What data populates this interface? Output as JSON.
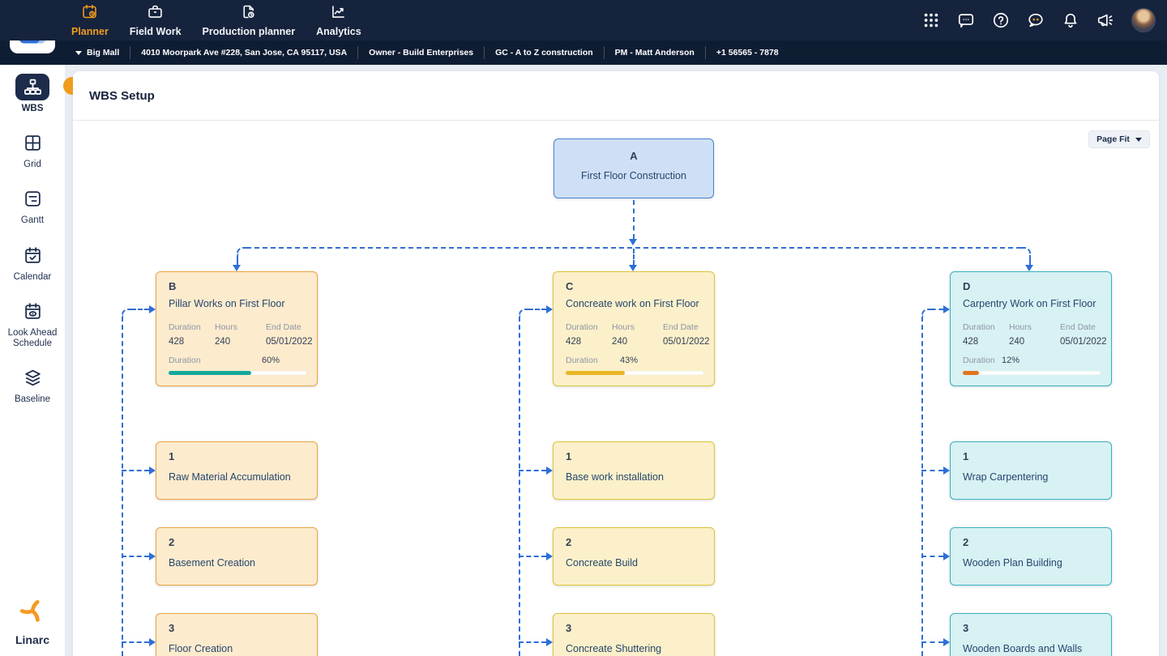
{
  "app": {
    "nav": {
      "tabs": [
        {
          "label": "Planner",
          "active": true
        },
        {
          "label": "Field Work",
          "active": false
        },
        {
          "label": "Production planner",
          "active": false
        },
        {
          "label": "Analytics",
          "active": false
        }
      ]
    },
    "utility": {
      "icons": [
        "apps-menu",
        "messages",
        "help",
        "assistant",
        "notifications",
        "announcements"
      ]
    }
  },
  "context": {
    "project": "Big Mall",
    "items": [
      "4010 Moorpark Ave #228, San Jose, CA 95117, USA",
      "Owner - Build Enterprises",
      "GC - A to Z construction",
      "PM - Matt Anderson",
      "+1 56565 - 7878"
    ]
  },
  "sidebar": {
    "items": [
      {
        "label": "WBS",
        "active": true
      },
      {
        "label": "Grid",
        "active": false
      },
      {
        "label": "Gantt",
        "active": false
      },
      {
        "label": "Calendar",
        "active": false
      },
      {
        "label": "Look Ahead Schedule",
        "active": false
      },
      {
        "label": "Baseline",
        "active": false
      }
    ],
    "brand": "Linarc"
  },
  "main": {
    "title": "WBS Setup",
    "zoom_control": "Page Fit"
  },
  "wbs": {
    "root": {
      "code": "A",
      "title": "First Floor Construction"
    },
    "labels": {
      "duration": "Duration",
      "hours": "Hours",
      "end_date": "End Date",
      "progress": "Duration"
    },
    "groups": [
      {
        "code": "B",
        "title": "Pillar Works on First Floor",
        "duration": "428",
        "hours": "240",
        "end_date": "05/01/2022",
        "progress": "60%",
        "children": [
          {
            "code": "1",
            "title": "Raw Material Accumulation"
          },
          {
            "code": "2",
            "title": "Basement Creation"
          },
          {
            "code": "3",
            "title": "Floor Creation"
          }
        ]
      },
      {
        "code": "C",
        "title": "Concreate work on First Floor",
        "duration": "428",
        "hours": "240",
        "end_date": "05/01/2022",
        "progress": "43%",
        "children": [
          {
            "code": "1",
            "title": "Base work installation"
          },
          {
            "code": "2",
            "title": "Concreate Build"
          },
          {
            "code": "3",
            "title": "Concreate Shuttering"
          }
        ]
      },
      {
        "code": "D",
        "title": "Carpentry Work on First Floor",
        "duration": "428",
        "hours": "240",
        "end_date": "05/01/2022",
        "progress": "12%",
        "children": [
          {
            "code": "1",
            "title": "Wrap Carpentering"
          },
          {
            "code": "2",
            "title": "Wooden Plan Building"
          },
          {
            "code": "3",
            "title": "Wooden Boards and Walls"
          }
        ]
      }
    ]
  },
  "colors": {
    "topbar-bg": "#16233d",
    "contextbar-bg": "#0f1d33",
    "accent-orange": "#f09d1c",
    "main-bg": "#e8ecf3",
    "card-bg": "#ffffff",
    "line-blue": "#2e6fd6",
    "node-a-bg": "#cfe0f6",
    "node-a-border": "#4b83d4",
    "node-b-bg": "#fdebcd",
    "node-b-border": "#eba440",
    "node-c-bg": "#fbf0c9",
    "node-c-border": "#dfc437",
    "node-d-bg": "#d8f1f3",
    "node-d-border": "#36b2c1",
    "progress-teal": "#13a99b",
    "progress-yellow": "#e9b625",
    "progress-orange": "#e4731f"
  }
}
